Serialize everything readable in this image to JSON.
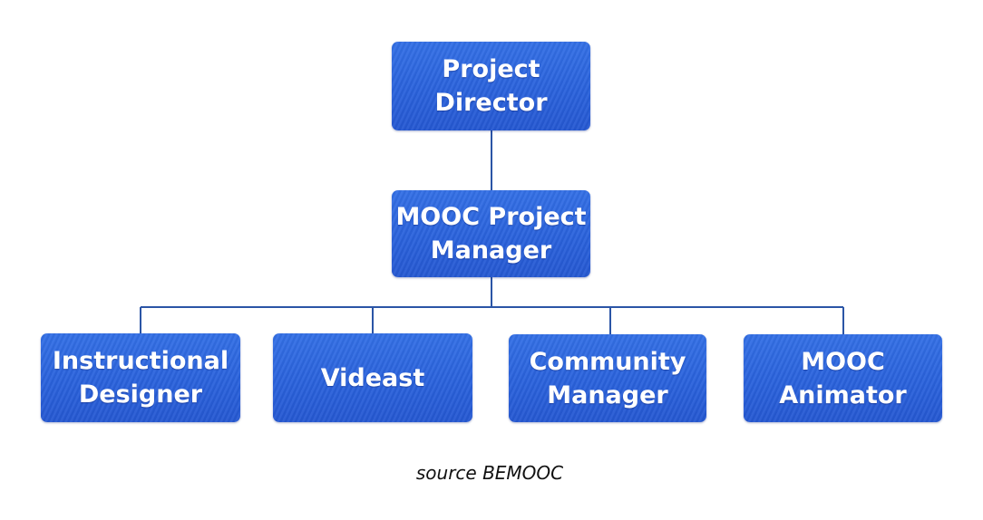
{
  "diagram": {
    "root": {
      "label": "Project\nDirector"
    },
    "manager": {
      "label": "MOOC Project\nManager"
    },
    "team": [
      {
        "label": "Instructional\nDesigner"
      },
      {
        "label": "Videast"
      },
      {
        "label": "Community\nManager"
      },
      {
        "label": "MOOC\nAnimator"
      }
    ],
    "node_color": "#2a62dc",
    "line_color": "#2b55a6",
    "text_color": "#ffffff"
  },
  "caption": "source BEMOOC"
}
